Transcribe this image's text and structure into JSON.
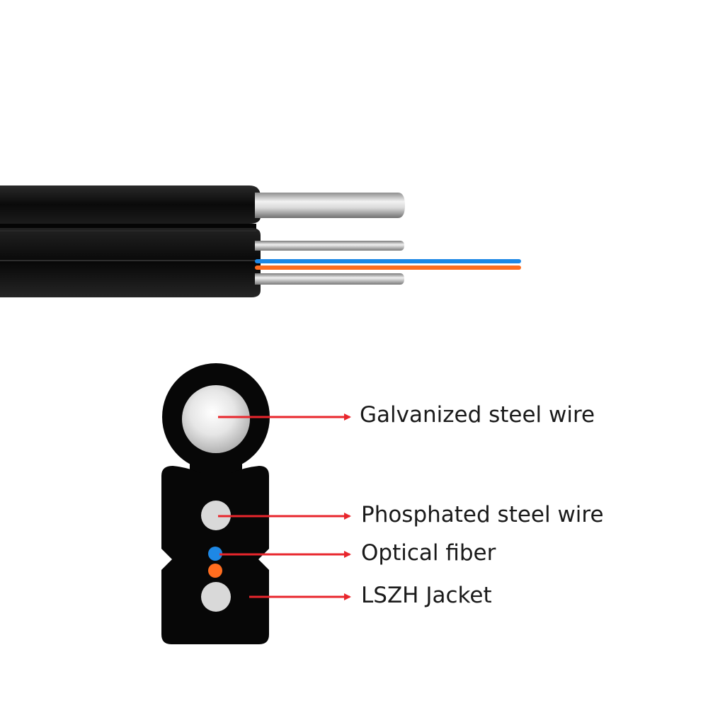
{
  "labels": {
    "galvanized": "Galvanized steel wire",
    "phosphated": "Phosphated steel wire",
    "fiber": "Optical fiber",
    "jacket": "LSZH Jacket"
  },
  "colors": {
    "jacket": "#0b0b0b",
    "arrow": "#e8262c",
    "fiber_blue": "#1e88e5",
    "fiber_orange": "#ff6d1f",
    "steel_light": "#e4e4e4",
    "steel_mid": "#b8b8b8"
  }
}
